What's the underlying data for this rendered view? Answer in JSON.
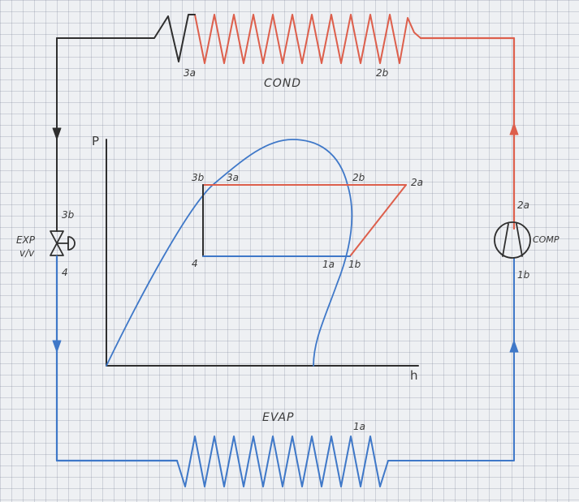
{
  "colors": {
    "hot": "#dd5f4c",
    "cold": "#3f78c8",
    "ink": "#2f2f2f"
  },
  "components": {
    "condenser": "COND",
    "evaporator": "EVAP",
    "compressor": "COMP",
    "expansion_valve_line1": "EXP",
    "expansion_valve_line2": "v/v"
  },
  "state_labels": {
    "cond_3a": "3a",
    "cond_2b": "2b",
    "evap_1a": "1a",
    "comp_2a": "2a",
    "comp_1b": "1b",
    "exp_3b": "3b",
    "exp_4": "4"
  },
  "ph_diagram": {
    "y_axis_label": "P",
    "x_axis_label": "h",
    "points": {
      "p3b": "3b",
      "p3a": "3a",
      "p2b": "2b",
      "p2a": "2a",
      "p4": "4",
      "p1a": "1a",
      "p1b": "1b"
    }
  }
}
